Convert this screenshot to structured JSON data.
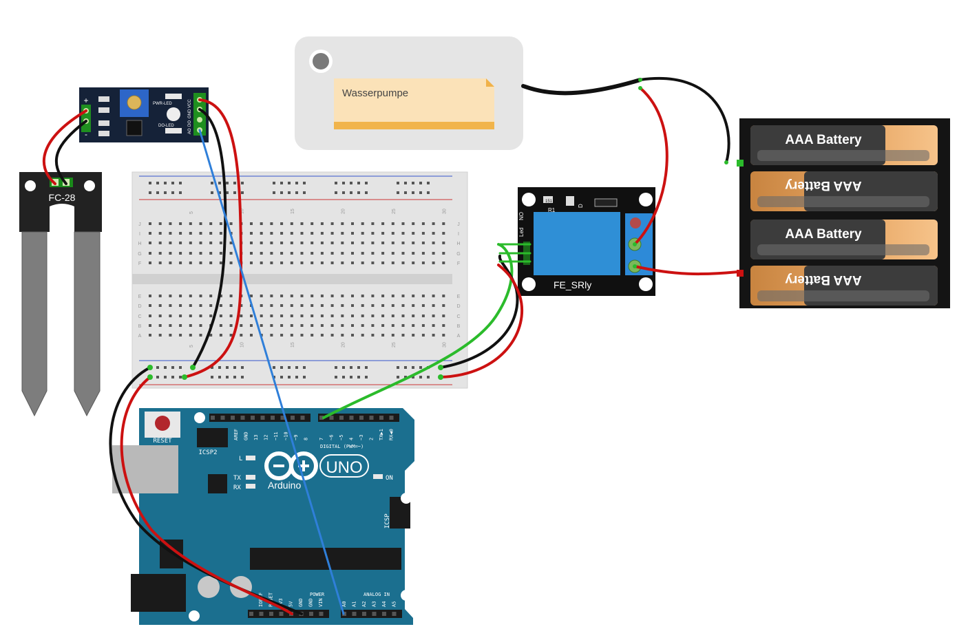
{
  "sensor": {
    "label": "FC-28"
  },
  "module": {
    "silk": [
      "PWR-LED",
      "DO-LED",
      "AO",
      "DO",
      "GND",
      "VCC"
    ],
    "plus": "+",
    "minus": "-"
  },
  "pump": {
    "label": "Wasserpumpe"
  },
  "relay": {
    "label": "FE_SRly",
    "silk_r1": "R1",
    "silk_led": "Led",
    "silk_no": "NO",
    "silk_d": "D",
    "silk_151": "151"
  },
  "batteries": {
    "label": "AAA Battery"
  },
  "breadboard": {
    "col_numbers": [
      "5",
      "10",
      "15",
      "20",
      "25",
      "30"
    ],
    "row_letters_top": [
      "J",
      "I",
      "H",
      "G",
      "F"
    ],
    "row_letters_bottom": [
      "E",
      "D",
      "C",
      "B",
      "A"
    ]
  },
  "arduino": {
    "brand": "Arduino",
    "model": "UNO",
    "reset": "RESET",
    "icsp2": "ICSP2",
    "icsp": "ICSP",
    "on": "ON",
    "led_l": "L",
    "led_tx": "TX",
    "led_rx": "RX",
    "digital_header": "DIGITAL (PWM=~)",
    "power_header": "POWER",
    "analog_header": "ANALOG IN",
    "digital_pins": [
      "AREF",
      "GND",
      "13",
      "12",
      "~11",
      "~10",
      "~9",
      "8",
      "7",
      "~6",
      "~5",
      "4",
      "~3",
      "2",
      "TX▶1",
      "RX◀0"
    ],
    "power_pins": [
      "IOREF",
      "RESET",
      "3V3",
      "5V",
      "GND",
      "GND",
      "VIN"
    ],
    "analog_pins": [
      "A0",
      "A1",
      "A2",
      "A3",
      "A4",
      "A5"
    ]
  },
  "colors": {
    "red": "#cc1111",
    "black": "#111111",
    "blue": "#2f7fd9",
    "green": "#2bbb2b",
    "board": "#1b6f8f"
  }
}
